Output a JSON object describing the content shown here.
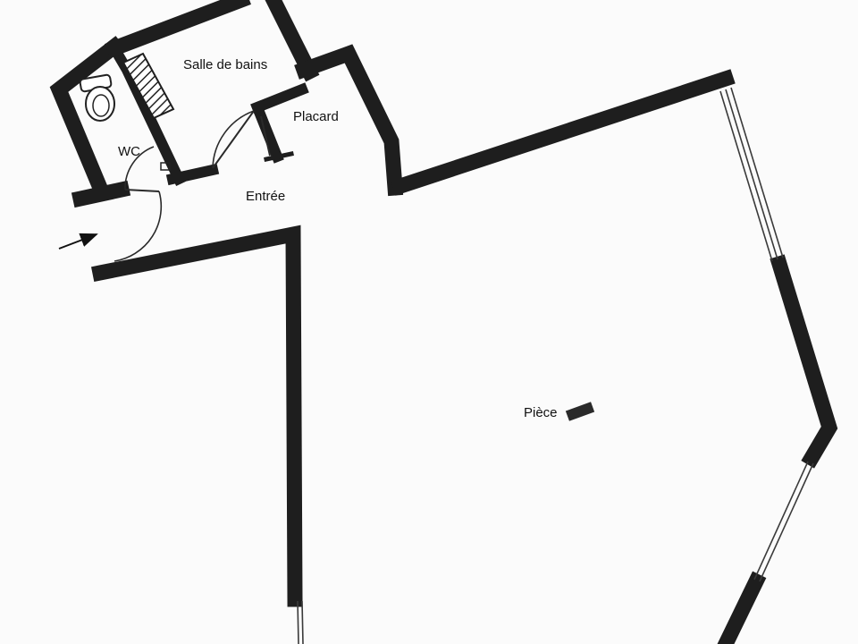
{
  "rooms": {
    "salle_de_bains": "Salle de bains",
    "placard": "Placard",
    "wc": "WC",
    "entree": "Entrée",
    "piece": "Pièce"
  },
  "colors": {
    "wall": "#1e1e1e",
    "background": "#fbfbfb"
  },
  "icons": {
    "entry": "entry-arrow-icon",
    "toilet": "toilet-icon",
    "shower": "shower-tray-icon",
    "heater": "radiator-icon"
  }
}
